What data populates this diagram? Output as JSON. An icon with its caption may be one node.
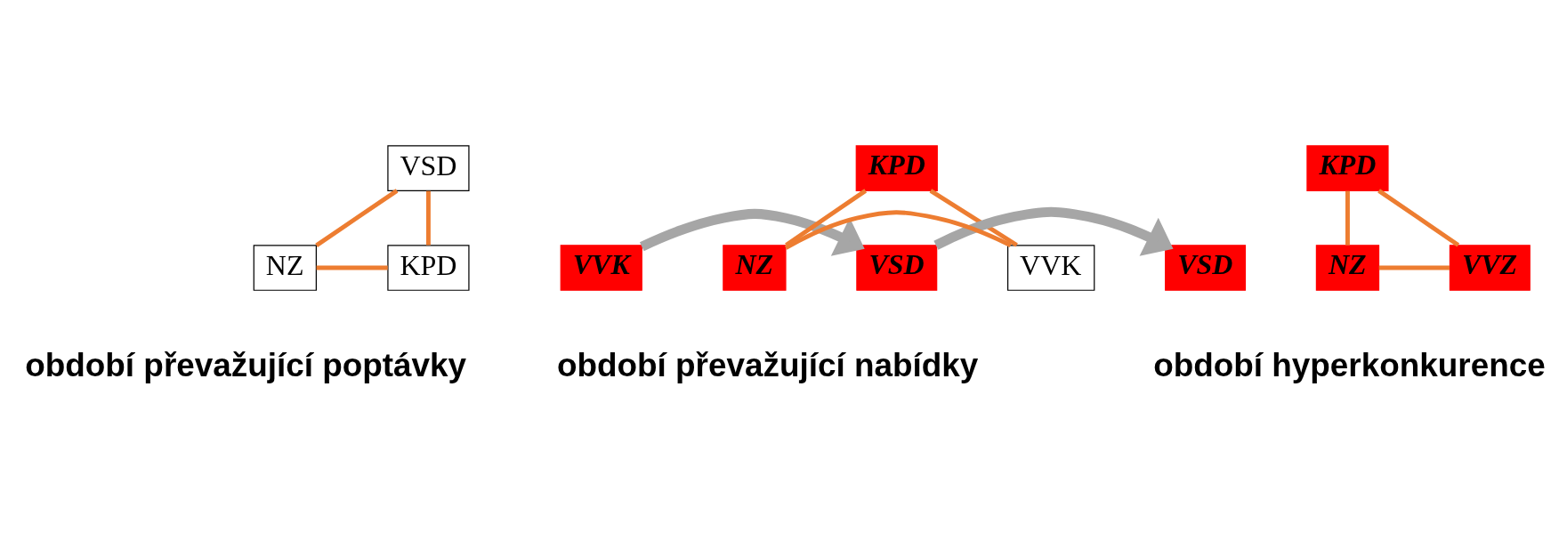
{
  "diagram": {
    "nodes": [
      {
        "text": [
          "VSD"
        ]
      },
      {
        "text": [
          "VVK"
        ]
      },
      {
        "text": [
          "NZ"
        ]
      },
      {
        "text": [
          "KPD"
        ]
      },
      {
        "text": [
          "KPD"
        ]
      },
      {
        "text": [
          "VSD"
        ]
      },
      {
        "text": [
          "NZ"
        ]
      },
      {
        "text": [
          "VVK"
        ]
      },
      {
        "text": [
          "KPD"
        ]
      },
      {
        "text": [
          "VSD"
        ]
      },
      {
        "text": [
          "NZ"
        ]
      },
      {
        "text": [
          "VVZ"
        ]
      }
    ],
    "edges": [
      {
        "from": 0,
        "to": 2,
        "arrow": "none"
      },
      {
        "from": 0,
        "to": 3,
        "arrow": "none"
      },
      {
        "from": 2,
        "to": 3,
        "arrow": "none"
      },
      {
        "from": 1,
        "to": 5,
        "arrow": "to",
        "style": "thick",
        "color": "#a6a6a6"
      },
      {
        "from": 4,
        "to": 6,
        "arrow": "none"
      },
      {
        "from": 4,
        "to": 7,
        "arrow": "none"
      },
      {
        "from": 6,
        "to": 7,
        "arrow": "none"
      },
      {
        "from": 5,
        "to": 9,
        "arrow": "to",
        "style": "thick",
        "color": "#a6a6a6"
      },
      {
        "from": 8,
        "to": 10,
        "arrow": "none"
      },
      {
        "from": 8,
        "to": 11,
        "arrow": "none"
      },
      {
        "from": 10,
        "to": 11,
        "arrow": "none"
      }
    ],
    "labels": [
      "období převažující poptávky",
      "období převažující nabídky",
      "období hyperkonkurence"
    ]
  }
}
